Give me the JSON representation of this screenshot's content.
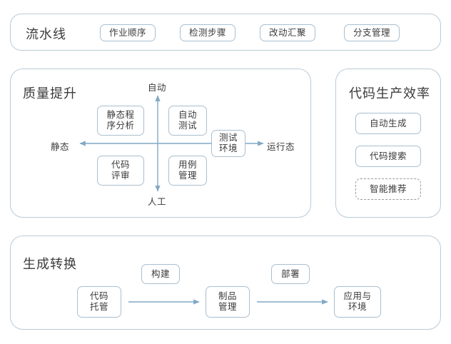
{
  "colors": {
    "panel_border": "#b9cbd8",
    "node_border": "#a9bfd0",
    "dashed_border": "#9a9a9a",
    "arrow": "#7fa8c4",
    "text": "#3a3a3a",
    "background": "#ffffff"
  },
  "pipeline": {
    "title": "流水线",
    "items": [
      {
        "label": "作业顺序"
      },
      {
        "label": "检测步骤"
      },
      {
        "label": "改动汇聚"
      },
      {
        "label": "分支管理"
      }
    ]
  },
  "quality": {
    "title": "质量提升",
    "axes": {
      "top": "自动",
      "bottom": "人工",
      "left": "静态",
      "right": "运行态"
    },
    "nodes": [
      {
        "id": "static-analysis",
        "label": "静态程\n序分析",
        "quadrant": "top-left"
      },
      {
        "id": "auto-test",
        "label": "自动\n测试",
        "quadrant": "top-right"
      },
      {
        "id": "code-review",
        "label": "代码\n评审",
        "quadrant": "bottom-left"
      },
      {
        "id": "case-mgmt",
        "label": "用例\n管理",
        "quadrant": "bottom-right"
      },
      {
        "id": "test-env",
        "label": "测试\n环境",
        "quadrant": "axis-right"
      }
    ]
  },
  "code_production": {
    "title": "代码生产效率",
    "items": [
      {
        "label": "自动生成",
        "style": "solid"
      },
      {
        "label": "代码搜索",
        "style": "solid"
      },
      {
        "label": "智能推荐",
        "style": "dashed"
      }
    ]
  },
  "build_transform": {
    "title": "生成转换",
    "stages": [
      {
        "label": "代码\n托管"
      },
      {
        "label": "制品\n管理"
      },
      {
        "label": "应用与\n环境"
      }
    ],
    "transitions": [
      {
        "label": "构建"
      },
      {
        "label": "部署"
      }
    ]
  }
}
